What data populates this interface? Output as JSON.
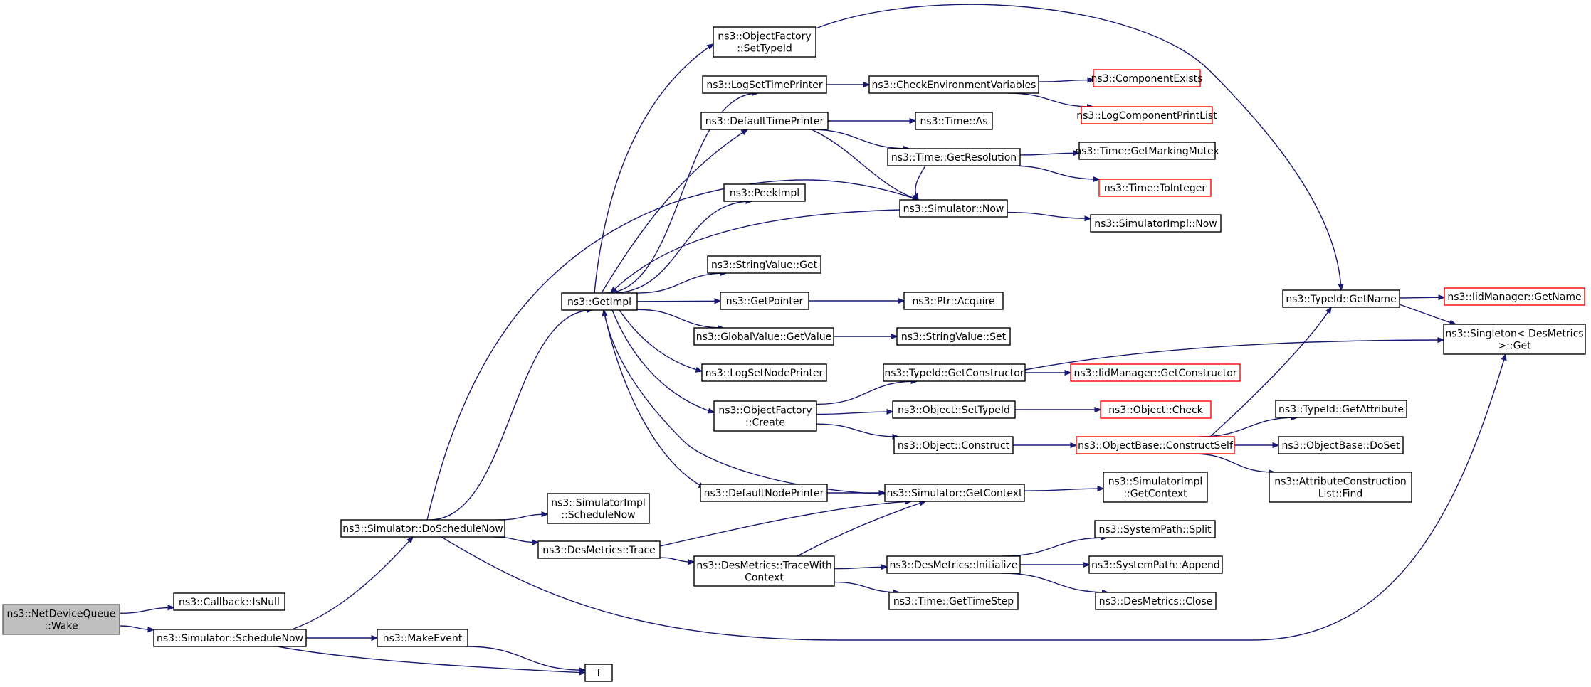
{
  "colors": {
    "edge": "#191970",
    "node_border": "#000000",
    "node_border_truncated": "#ff0000",
    "root_fill": "#bfbfbf",
    "root_border": "#666666"
  },
  "nodes": [
    {
      "id": "wake",
      "lines": [
        "ns3::NetDeviceQueue",
        "::Wake"
      ],
      "style": "gray"
    },
    {
      "id": "isnull",
      "lines": [
        "ns3::Callback::IsNull"
      ]
    },
    {
      "id": "schednow",
      "lines": [
        "ns3::Simulator::ScheduleNow"
      ]
    },
    {
      "id": "doschednow",
      "lines": [
        "ns3::Simulator::DoScheduleNow"
      ]
    },
    {
      "id": "makeevent",
      "lines": [
        "ns3::MakeEvent"
      ]
    },
    {
      "id": "f",
      "lines": [
        "f"
      ]
    },
    {
      "id": "getimpl",
      "lines": [
        "ns3::GetImpl"
      ]
    },
    {
      "id": "simimpl_schednow",
      "lines": [
        "ns3::SimulatorImpl",
        "::ScheduleNow"
      ]
    },
    {
      "id": "desm_trace",
      "lines": [
        "ns3::DesMetrics::Trace"
      ]
    },
    {
      "id": "desm_tracewc",
      "lines": [
        "ns3::DesMetrics::TraceWith",
        "Context"
      ]
    },
    {
      "id": "of_settypeid",
      "lines": [
        "ns3::ObjectFactory",
        "::SetTypeId"
      ]
    },
    {
      "id": "logsettp",
      "lines": [
        "ns3::LogSetTimePrinter"
      ]
    },
    {
      "id": "deftp",
      "lines": [
        "ns3::DefaultTimePrinter"
      ]
    },
    {
      "id": "peekimpl",
      "lines": [
        "ns3::PeekImpl"
      ]
    },
    {
      "id": "sv_get",
      "lines": [
        "ns3::StringValue::Get"
      ]
    },
    {
      "id": "getpointer",
      "lines": [
        "ns3::GetPointer"
      ]
    },
    {
      "id": "gv_getvalue",
      "lines": [
        "ns3::GlobalValue::GetValue"
      ]
    },
    {
      "id": "logsetnp",
      "lines": [
        "ns3::LogSetNodePrinter"
      ]
    },
    {
      "id": "of_create",
      "lines": [
        "ns3::ObjectFactory",
        "::Create"
      ]
    },
    {
      "id": "defnp",
      "lines": [
        "ns3::DefaultNodePrinter"
      ]
    },
    {
      "id": "checkenv",
      "lines": [
        "ns3::CheckEnvironmentVariables"
      ]
    },
    {
      "id": "time_as",
      "lines": [
        "ns3::Time::As"
      ]
    },
    {
      "id": "time_getres",
      "lines": [
        "ns3::Time::GetResolution"
      ]
    },
    {
      "id": "sim_now",
      "lines": [
        "ns3::Simulator::Now"
      ]
    },
    {
      "id": "ptr_acquire",
      "lines": [
        "ns3::Ptr::Acquire"
      ]
    },
    {
      "id": "sv_set",
      "lines": [
        "ns3::StringValue::Set"
      ]
    },
    {
      "id": "tid_getctor",
      "lines": [
        "ns3::TypeId::GetConstructor"
      ]
    },
    {
      "id": "obj_settypeid",
      "lines": [
        "ns3::Object::SetTypeId"
      ]
    },
    {
      "id": "obj_construct",
      "lines": [
        "ns3::Object::Construct"
      ]
    },
    {
      "id": "sim_getctx",
      "lines": [
        "ns3::Simulator::GetContext"
      ]
    },
    {
      "id": "desm_init",
      "lines": [
        "ns3::DesMetrics::Initialize"
      ]
    },
    {
      "id": "time_getts",
      "lines": [
        "ns3::Time::GetTimeStep"
      ]
    },
    {
      "id": "compexists",
      "lines": [
        "ns3::ComponentExists"
      ],
      "style": "red"
    },
    {
      "id": "logcpl",
      "lines": [
        "ns3::LogComponentPrintList"
      ],
      "style": "red"
    },
    {
      "id": "time_markmutex",
      "lines": [
        "ns3::Time::GetMarkingMutex"
      ]
    },
    {
      "id": "time_toint",
      "lines": [
        "ns3::Time::ToInteger"
      ],
      "style": "red"
    },
    {
      "id": "simimpl_now",
      "lines": [
        "ns3::SimulatorImpl::Now"
      ]
    },
    {
      "id": "iid_getctor",
      "lines": [
        "ns3::IidManager::GetConstructor"
      ],
      "style": "red"
    },
    {
      "id": "obj_check",
      "lines": [
        "ns3::Object::Check"
      ],
      "style": "red"
    },
    {
      "id": "ob_constructself",
      "lines": [
        "ns3::ObjectBase::ConstructSelf"
      ],
      "style": "red"
    },
    {
      "id": "simimpl_getctx",
      "lines": [
        "ns3::SimulatorImpl",
        "::GetContext"
      ]
    },
    {
      "id": "sp_split",
      "lines": [
        "ns3::SystemPath::Split"
      ]
    },
    {
      "id": "sp_append",
      "lines": [
        "ns3::SystemPath::Append"
      ]
    },
    {
      "id": "desm_close",
      "lines": [
        "ns3::DesMetrics::Close"
      ]
    },
    {
      "id": "tid_getname",
      "lines": [
        "ns3::TypeId::GetName"
      ]
    },
    {
      "id": "tid_getattr",
      "lines": [
        "ns3::TypeId::GetAttribute"
      ]
    },
    {
      "id": "ob_doset",
      "lines": [
        "ns3::ObjectBase::DoSet"
      ]
    },
    {
      "id": "acl_find",
      "lines": [
        "ns3::AttributeConstruction",
        "List::Find"
      ]
    },
    {
      "id": "iid_getname",
      "lines": [
        "ns3::IidManager::GetName"
      ],
      "style": "red"
    },
    {
      "id": "singleton_get",
      "lines": [
        "ns3::Singleton< DesMetrics",
        ">::Get"
      ]
    }
  ],
  "edges": [
    [
      "wake",
      "isnull"
    ],
    [
      "wake",
      "schednow"
    ],
    [
      "schednow",
      "doschednow"
    ],
    [
      "schednow",
      "makeevent"
    ],
    [
      "schednow",
      "f"
    ],
    [
      "makeevent",
      "f"
    ],
    [
      "doschednow",
      "getimpl"
    ],
    [
      "doschednow",
      "simimpl_schednow"
    ],
    [
      "doschednow",
      "desm_trace"
    ],
    [
      "doschednow",
      "sim_now"
    ],
    [
      "doschednow",
      "singleton_get"
    ],
    [
      "getimpl",
      "of_settypeid"
    ],
    [
      "getimpl",
      "logsettp"
    ],
    [
      "getimpl",
      "deftp"
    ],
    [
      "getimpl",
      "peekimpl"
    ],
    [
      "getimpl",
      "sv_get"
    ],
    [
      "getimpl",
      "getpointer"
    ],
    [
      "getimpl",
      "gv_getvalue"
    ],
    [
      "getimpl",
      "logsetnp"
    ],
    [
      "getimpl",
      "of_create"
    ],
    [
      "getimpl",
      "defnp"
    ],
    [
      "sim_now",
      "getimpl"
    ],
    [
      "sim_getctx",
      "getimpl"
    ],
    [
      "desm_trace",
      "sim_getctx"
    ],
    [
      "desm_trace",
      "desm_tracewc"
    ],
    [
      "desm_tracewc",
      "sim_getctx"
    ],
    [
      "desm_tracewc",
      "desm_init"
    ],
    [
      "desm_tracewc",
      "time_getts"
    ],
    [
      "of_settypeid",
      "tid_getname"
    ],
    [
      "logsettp",
      "checkenv"
    ],
    [
      "checkenv",
      "compexists"
    ],
    [
      "checkenv",
      "logcpl"
    ],
    [
      "deftp",
      "time_as"
    ],
    [
      "deftp",
      "time_getres"
    ],
    [
      "deftp",
      "sim_now"
    ],
    [
      "time_getres",
      "time_markmutex"
    ],
    [
      "time_getres",
      "time_toint"
    ],
    [
      "time_getres",
      "sim_now"
    ],
    [
      "sim_now",
      "simimpl_now"
    ],
    [
      "getpointer",
      "ptr_acquire"
    ],
    [
      "gv_getvalue",
      "sv_set"
    ],
    [
      "of_create",
      "tid_getctor"
    ],
    [
      "of_create",
      "obj_settypeid"
    ],
    [
      "of_create",
      "obj_construct"
    ],
    [
      "tid_getctor",
      "iid_getctor"
    ],
    [
      "tid_getctor",
      "singleton_get"
    ],
    [
      "obj_settypeid",
      "obj_check"
    ],
    [
      "obj_construct",
      "ob_constructself"
    ],
    [
      "ob_constructself",
      "tid_getattr"
    ],
    [
      "ob_constructself",
      "ob_doset"
    ],
    [
      "ob_constructself",
      "acl_find"
    ],
    [
      "ob_constructself",
      "tid_getname"
    ],
    [
      "defnp",
      "sim_getctx"
    ],
    [
      "sim_getctx",
      "simimpl_getctx"
    ],
    [
      "desm_init",
      "sp_split"
    ],
    [
      "desm_init",
      "sp_append"
    ],
    [
      "desm_init",
      "desm_close"
    ],
    [
      "tid_getname",
      "iid_getname"
    ],
    [
      "tid_getname",
      "singleton_get"
    ]
  ]
}
